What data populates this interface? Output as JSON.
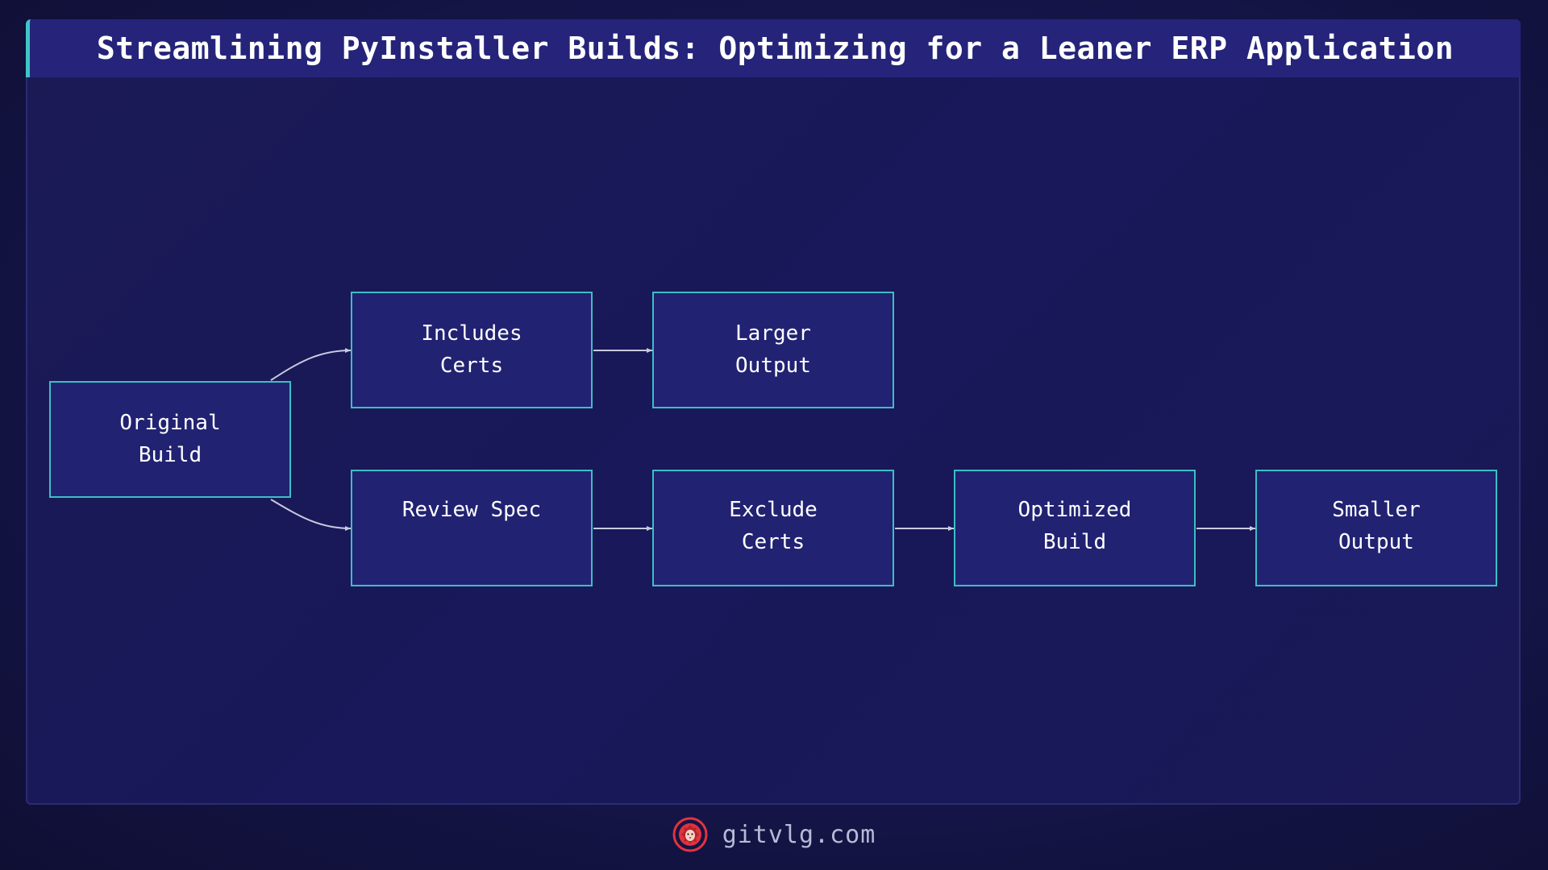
{
  "title": "Streamlining PyInstaller Builds: Optimizing for a Leaner ERP Application",
  "nodes": {
    "original_build": "Original\n Build",
    "includes_certs": "Includes\n Certs",
    "larger_output": "Larger\n Output",
    "review_spec": "Review Spec",
    "exclude_certs": "Exclude\n Certs",
    "optimized_build": "Optimized\n Build",
    "smaller_output": "Smaller\n Output"
  },
  "edges": [
    {
      "from": "original_build",
      "to": "includes_certs"
    },
    {
      "from": "original_build",
      "to": "review_spec"
    },
    {
      "from": "includes_certs",
      "to": "larger_output"
    },
    {
      "from": "review_spec",
      "to": "exclude_certs"
    },
    {
      "from": "exclude_certs",
      "to": "optimized_build"
    },
    {
      "from": "optimized_build",
      "to": "smaller_output"
    }
  ],
  "footer": {
    "site": "gitvlg.com",
    "logo_icon": "lion-logo-icon"
  },
  "colors": {
    "node_fill": "#222273",
    "node_border": "#3bbfc4",
    "title_accent": "#3ec6c6",
    "edge": "#c9cae0",
    "logo": "#e0343f"
  }
}
